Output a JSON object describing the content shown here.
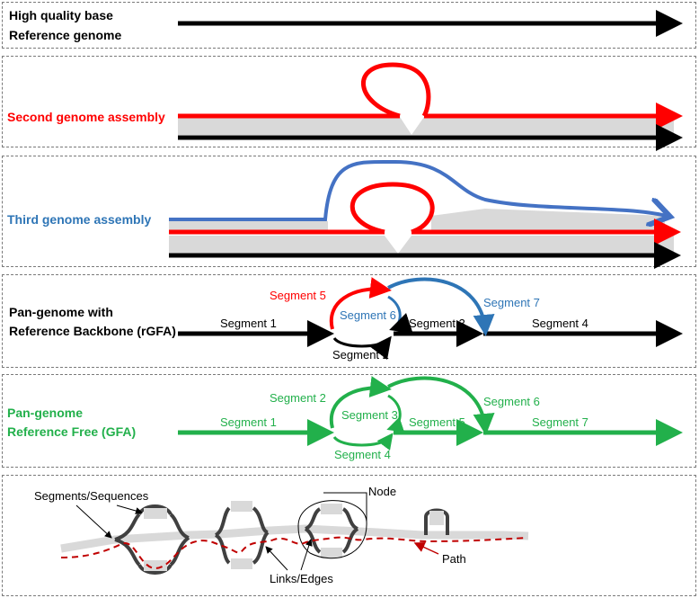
{
  "panels": {
    "p1": {
      "title_line1": "High quality base",
      "title_line2": "Reference genome"
    },
    "p2": {
      "title": "Second genome assembly"
    },
    "p3": {
      "title": "Third genome assembly"
    },
    "p4": {
      "title_line1": "Pan-genome with",
      "title_line2": "Reference Backbone (rGFA)",
      "segments": [
        "Segment 1",
        "Segment 2",
        "Segment 3",
        "Segment 4",
        "Segment 5",
        "Segment 6",
        "Segment 7"
      ]
    },
    "p5": {
      "title_line1": "Pan-genome",
      "title_line2": "Reference Free (GFA)",
      "segments": [
        "Segment 1",
        "Segment 2",
        "Segment 3",
        "Segment 4",
        "Segment 5",
        "Segment 6",
        "Segment 7"
      ]
    },
    "p6": {
      "segments_label": "Segments/Sequences",
      "node_label": "Node",
      "links_label": "Links/Edges",
      "path_label": "Path"
    }
  },
  "colors": {
    "reference": "#000000",
    "second": "#ff0000",
    "third": "#4472c4",
    "gfa": "#22b04b",
    "alignment": "#d9d9d9",
    "path": "#c00000",
    "graph_edge": "#404040"
  }
}
